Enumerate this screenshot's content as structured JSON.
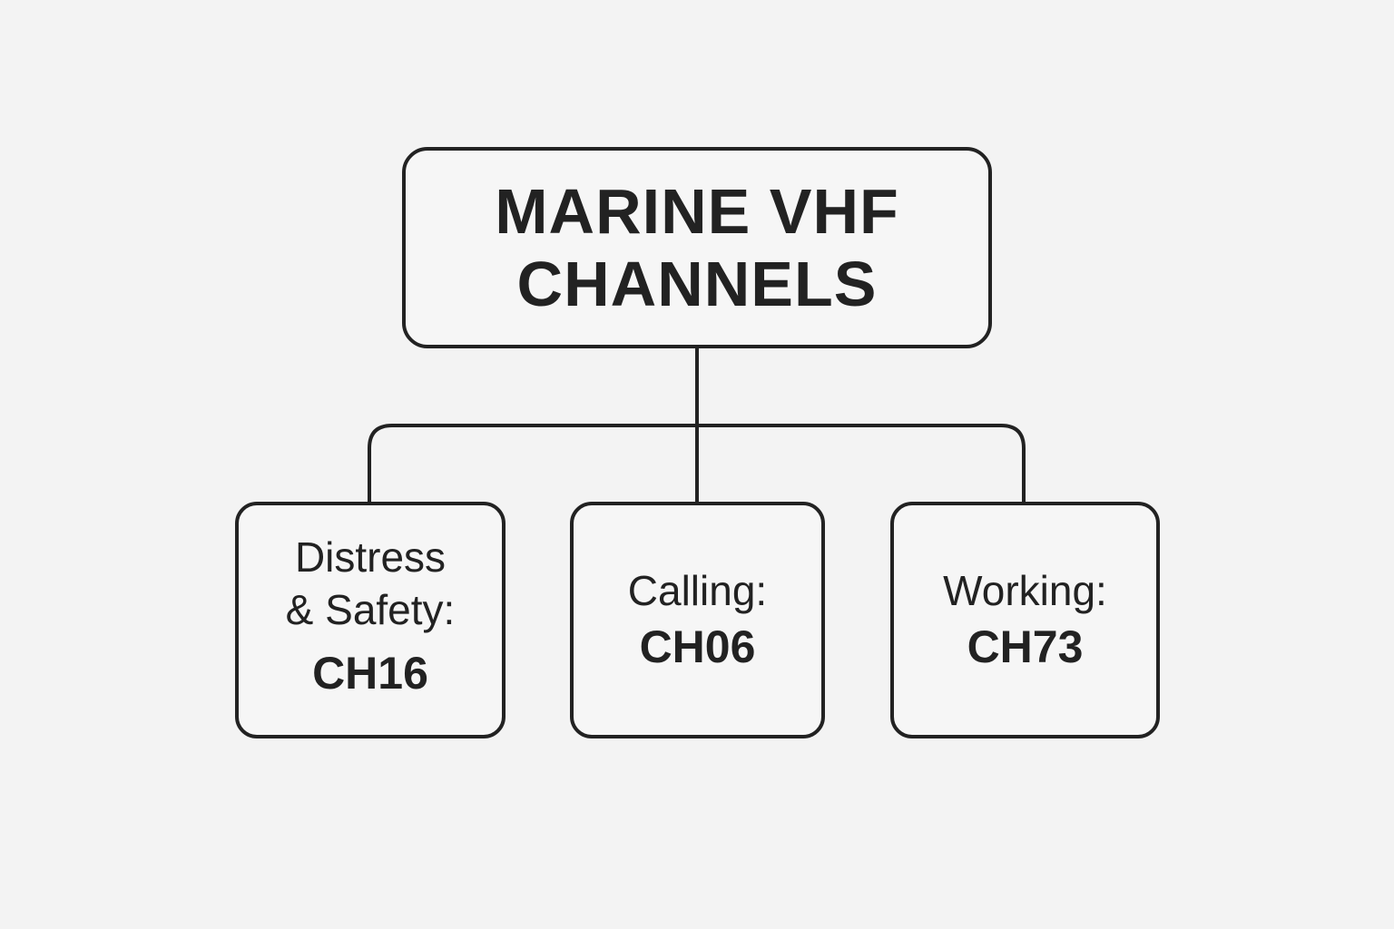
{
  "colors": {
    "background": "#f3f3f3",
    "stroke": "#222222",
    "text": "#222222"
  },
  "root": {
    "title_line1": "MARINE VHF",
    "title_line2": "CHANNELS"
  },
  "children": [
    {
      "label_lines": [
        "Distress",
        "& Safety:"
      ],
      "channel": "CH16"
    },
    {
      "label_lines": [
        "Calling:"
      ],
      "channel": "CH06"
    },
    {
      "label_lines": [
        "Working:"
      ],
      "channel": "CH73"
    }
  ]
}
